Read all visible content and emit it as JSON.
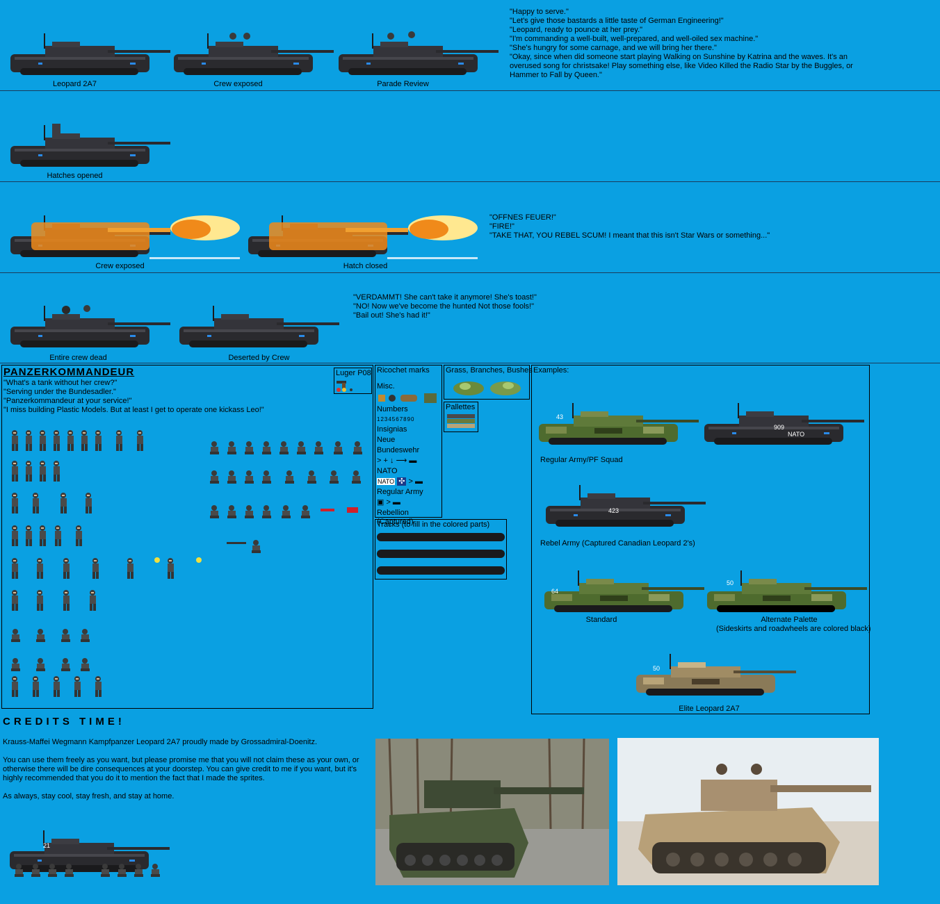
{
  "row1": {
    "captions": [
      "Leopard 2A7",
      "Crew exposed",
      "Parade Review"
    ],
    "quotes": "\"Happy to serve.\"\n\"Let's give those bastards a little taste of German Engineering!\"\n\"Leopard, ready to pounce at her prey.\"\n\"I'm commanding a well-built, well-prepared, and well-oiled sex machine.\"\n\"She's hungry for some carnage, and we will bring her there.\"\n\"Okay, since when did someone start playing Walking on Sunshine by Katrina and the waves. It's an overused song for christsake! Play something else, like Video Killed the Radio Star by the Buggles, or Hammer to Fall by Queen.\""
  },
  "row2": {
    "captions": [
      "Hatches opened"
    ]
  },
  "row3": {
    "captions": [
      "Crew exposed",
      "Hatch closed"
    ],
    "quotes": "\"OFFNES FEUER!\"\n\"FIRE!\"\n\"TAKE THAT, YOU REBEL SCUM! I meant that this isn't Star Wars or something...\""
  },
  "row4": {
    "captions": [
      "Entire crew dead",
      "Deserted by Crew"
    ],
    "quotes": "\"VERDAMMT! She can't take it anymore! She's toast!\"\n\"NO! Now we've become the hunted Not those fools!\"\n\"Bail out! She's had it!\""
  },
  "commander": {
    "title": "PANZERKOMMANDEUR",
    "quotes": "\"What's a tank without her crew?\"\n\"Serving under the Bundesadler.\"\n\"Panzerkommandeur at your service!\"\n\"I miss building Plastic Models. But at least I get to operate one kickass Leo!\"",
    "luger": "Luger P08"
  },
  "misc": {
    "ricochet": "Ricochet marks",
    "misc": "Misc.",
    "numbers": "Numbers",
    "digits": "1234567890",
    "insignias": "Insignias",
    "neue": "Neue",
    "bundeswehr": "Bundeswehr",
    "nato": "NATO",
    "nato_badge": "NATO",
    "regular": "Regular Army",
    "rebellion": "Rebellion",
    "captured": "(Captured)",
    "grass": "Grass, Branches, Bushes",
    "palettes": "Pallettes",
    "tracks": "Tracks (to fill in the colored parts)"
  },
  "examples": {
    "title": "Examples:",
    "regular_caption": "Regular Army/PF Squad",
    "rebel_caption": "Rebel Army (Captured Canadian Leopard 2's)",
    "standard_caption": "Standard",
    "alternate_caption": "Alternate Palette",
    "alternate_note": "(Sideskirts and roadwheels are colored black)",
    "elite_caption": "Elite Leopard 2A7",
    "numbers": [
      "43",
      "909",
      "423",
      "64",
      "50",
      "50"
    ],
    "nato_label": "NATO"
  },
  "credits": {
    "title": "CREDITS TIME!",
    "line1": "Krauss-Maffei Wegmann Kampfpanzer Leopard 2A7 proudly made by Grossadmiral-Doenitz.",
    "line2": "You can use them freely as you want, but please promise me that you will not claim these as your own, or otherwise there will be dire consequences at your doorstep. You can give credit to me if you want, but it's highly recommended that you do it to mention the fact that I made the sprites.",
    "line3": "As always, stay cool, stay fresh, and stay at home.",
    "tank_number": "21"
  },
  "colors": {
    "background": "#0aa0e2",
    "tank_dark": "#2a2a2e",
    "tank_mid": "#3c3c42",
    "camo_green": "#5f7a3a",
    "fire_orange": "#f08a1a"
  }
}
